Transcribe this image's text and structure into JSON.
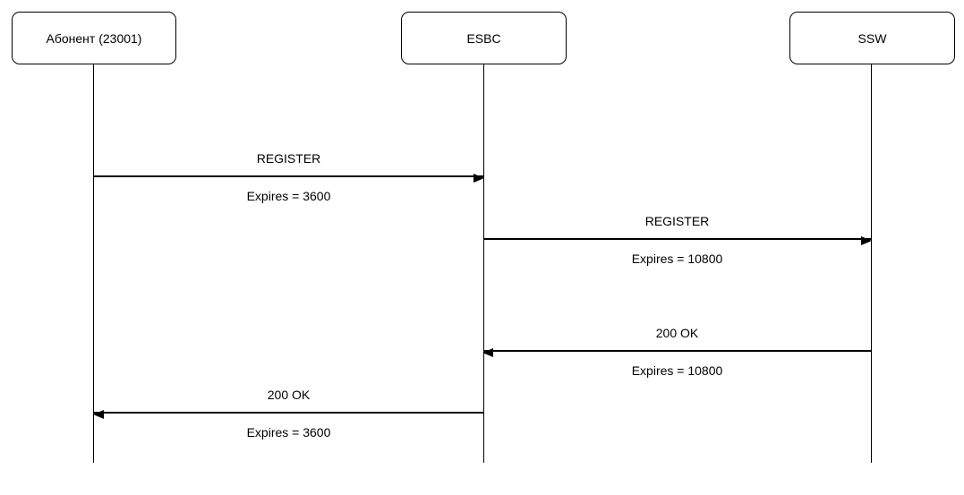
{
  "diagram": {
    "type": "sequence",
    "actors": [
      {
        "label": "Абонент (23001)"
      },
      {
        "label": "ESBC"
      },
      {
        "label": "SSW"
      }
    ],
    "messages": [
      {
        "label": "REGISTER",
        "sublabel": "Expires = 3600",
        "from": "Абонент (23001)",
        "to": "ESBC",
        "direction": "right"
      },
      {
        "label": "REGISTER",
        "sublabel": "Expires = 10800",
        "from": "ESBC",
        "to": "SSW",
        "direction": "right"
      },
      {
        "label": "200 OK",
        "sublabel": "Expires = 10800",
        "from": "SSW",
        "to": "ESBC",
        "direction": "left"
      },
      {
        "label": "200 OK",
        "sublabel": "Expires = 3600",
        "from": "ESBC",
        "to": "Абонент (23001)",
        "direction": "left"
      }
    ],
    "colors": {
      "background": "#ffffff",
      "line": "#000000",
      "text": "#000000"
    }
  }
}
